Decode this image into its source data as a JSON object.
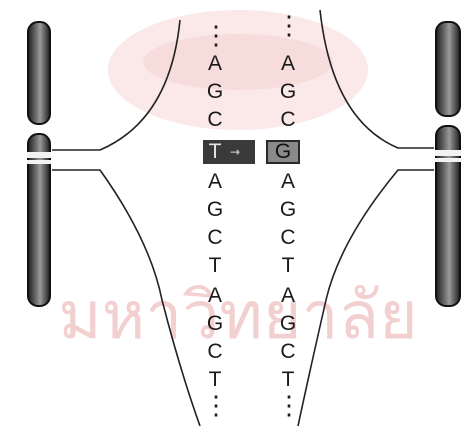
{
  "diagram": {
    "strand_left": {
      "top_dots": "⋮",
      "bases": [
        "A",
        "G",
        "C",
        "T",
        "A",
        "G",
        "C",
        "T",
        "A",
        "G",
        "C",
        "T"
      ],
      "bottom_dots": "⋮"
    },
    "strand_right": {
      "top_dots": "⋮",
      "bases": [
        "A",
        "G",
        "C",
        "G",
        "A",
        "G",
        "C",
        "T",
        "A",
        "G",
        "C",
        "T"
      ],
      "bottom_dots": "⋮"
    },
    "highlight": {
      "left_base": "T",
      "right_base": "G",
      "arrow": "→"
    },
    "watermark_text": "มหาวิทยาลัย",
    "colors": {
      "ink": "#1a1a1a",
      "watermark": "#f3d0d0",
      "chromosome_dark": "#2a2a2a"
    }
  }
}
